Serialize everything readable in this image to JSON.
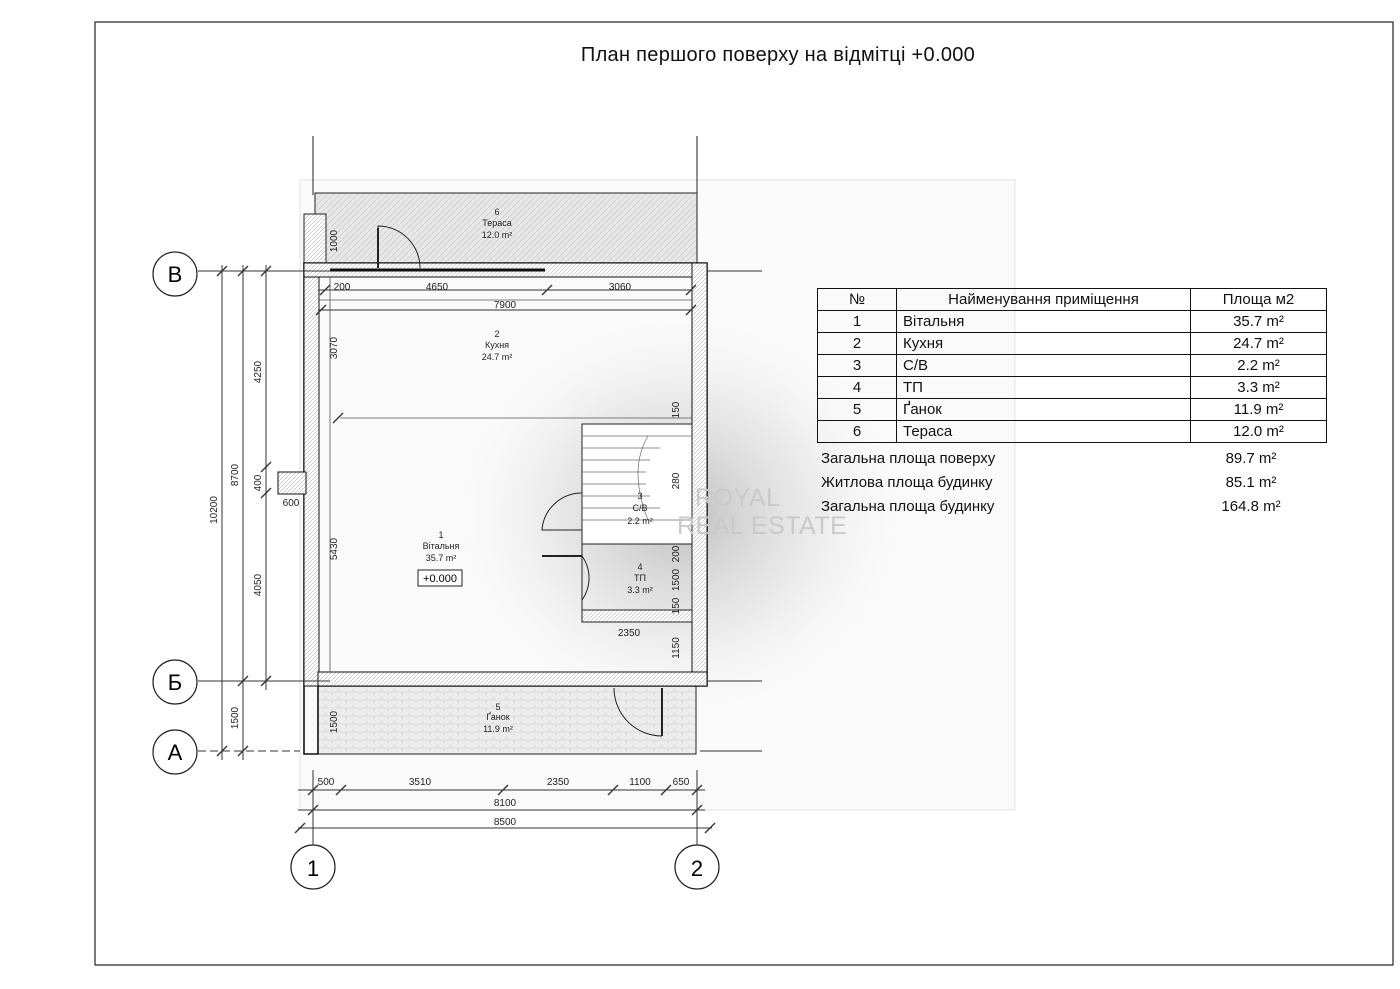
{
  "sheet": {
    "title": "План першого поверху на відмітці +0.000"
  },
  "axes": {
    "rows": [
      "В",
      "Б",
      "А"
    ],
    "columns": [
      "1",
      "2"
    ]
  },
  "rooms_on_plan": [
    {
      "no": "1",
      "name": "Вітальня",
      "area": "35.7 m²"
    },
    {
      "no": "2",
      "name": "Кухня",
      "area": "24.7 m²"
    },
    {
      "no": "3",
      "name": "С/В",
      "area": "2.2 m²"
    },
    {
      "no": "4",
      "name": "ТП",
      "area": "3.3 m²"
    },
    {
      "no": "5",
      "name": "Ґанок",
      "area": "11.9 m²"
    },
    {
      "no": "6",
      "name": "Тераса",
      "area": "12.0 m²"
    }
  ],
  "level_mark": "+0.000",
  "dimensions": {
    "top": [
      "200",
      "4650",
      "3060",
      "7900"
    ],
    "bottom": [
      "500",
      "3510",
      "2350",
      "1100",
      "650",
      "8100",
      "8500"
    ],
    "left_outer": [
      "10200",
      "8700",
      "4250",
      "4050",
      "1500",
      "400",
      "600"
    ],
    "left_inner": [
      "1000",
      "3070",
      "5430",
      "1500"
    ],
    "stair": [
      "150",
      "280",
      "200",
      "1500",
      "150",
      "1150",
      "2350"
    ]
  },
  "room_table": {
    "headers": {
      "no": "№",
      "name": "Найменування приміщення",
      "area": "Площа м2"
    },
    "rows": [
      {
        "no": "1",
        "name": "Вітальня",
        "area": "35.7 m²"
      },
      {
        "no": "2",
        "name": "Кухня",
        "area": "24.7 m²"
      },
      {
        "no": "3",
        "name": "С/В",
        "area": "2.2 m²"
      },
      {
        "no": "4",
        "name": "ТП",
        "area": "3.3 m²"
      },
      {
        "no": "5",
        "name": "Ґанок",
        "area": "11.9 m²"
      },
      {
        "no": "6",
        "name": "Тераса",
        "area": "12.0 m²"
      }
    ]
  },
  "totals": [
    {
      "label": "Загальна площа поверху",
      "value": "89.7 m²"
    },
    {
      "label": "Житлова площа будинку",
      "value": "85.1 m²"
    },
    {
      "label": "Загальна площа будинку",
      "value": "164.8 m²"
    }
  ],
  "watermark": {
    "line1": "ROYAL",
    "line2": "REAL ESTATE"
  }
}
